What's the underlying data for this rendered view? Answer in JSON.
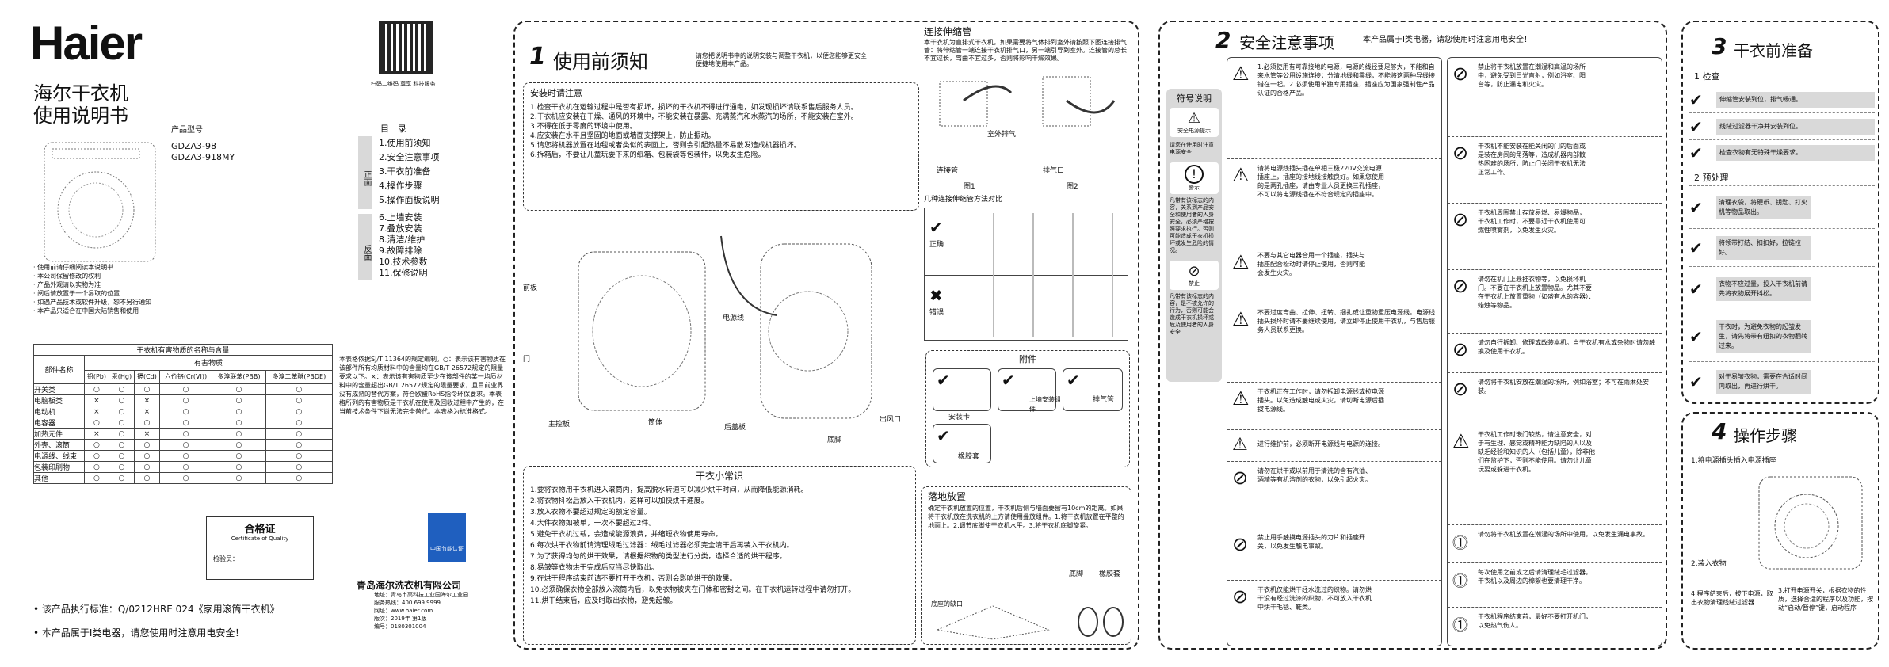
{
  "cover": {
    "brand": "Haier",
    "title1": "海尔干衣机",
    "title2": "使用说明书",
    "model_label": "产品型号",
    "models": [
      "GDZA3-98",
      "GDZA3-918MY"
    ],
    "toc_title": "目　录",
    "toc_front_tab": "正面",
    "toc_back_tab": "反面",
    "toc_front": [
      "1.使用前须知",
      "2.安全注意事项",
      "3.干衣前准备",
      "4.操作步骤",
      "5.操作面板说明"
    ],
    "toc_back": [
      "6.上墙安装",
      "7.叠放安装",
      "8.清洁/维护",
      "9.故障排除",
      "10.技术参数",
      "11.保修说明"
    ],
    "qr_caption": "扫码二维码 尊享 科技服务",
    "notes": [
      "· 使用前请仔细阅读本说明书",
      "· 本公司保留修改的权利",
      "· 产品外观请以实物为准",
      "· 阅后请放置于一个易取的位置",
      "· 如遇产品技术或软件升级，恕不另行通知",
      "· 本产品只适合在中国大陆销售和使用"
    ],
    "hazard_title": "干衣机有害物质的名称与含量",
    "hazard_part_col": "部件名称",
    "hazard_sub_title": "有害物质",
    "hazard_cols": [
      "铅(Pb)",
      "汞(Hg)",
      "镉(Cd)",
      "六价铬(Cr(VI))",
      "多溴联苯(PBB)",
      "多溴二苯醚(PBDE)"
    ],
    "hazard_rows": [
      {
        "part": "开关类",
        "v": [
          "○",
          "○",
          "○",
          "○",
          "○",
          "○"
        ]
      },
      {
        "part": "电脑板类",
        "v": [
          "×",
          "○",
          "×",
          "○",
          "○",
          "○"
        ]
      },
      {
        "part": "电动机",
        "v": [
          "×",
          "○",
          "×",
          "○",
          "○",
          "○"
        ]
      },
      {
        "part": "电容器",
        "v": [
          "○",
          "○",
          "○",
          "○",
          "○",
          "○"
        ]
      },
      {
        "part": "加热元件",
        "v": [
          "×",
          "○",
          "×",
          "○",
          "○",
          "○"
        ]
      },
      {
        "part": "外壳、滚筒",
        "v": [
          "○",
          "○",
          "○",
          "○",
          "○",
          "○"
        ]
      },
      {
        "part": "电源线、线束",
        "v": [
          "○",
          "○",
          "○",
          "○",
          "○",
          "○"
        ]
      },
      {
        "part": "包装印刷物",
        "v": [
          "○",
          "○",
          "○",
          "○",
          "○",
          "○"
        ]
      },
      {
        "part": "其他",
        "v": [
          "○",
          "○",
          "○",
          "○",
          "○",
          "○"
        ]
      }
    ],
    "hazard_note": "本表格依据SJ/T 11364的规定编制。○：表示该有害物质在该部件所有均质材料中的含量均在GB/T 26572规定的限量要求以下。×：表示该有害物质至少在该部件的某一均质材料中的含量超出GB/T 26572规定的限量要求，且目前业界没有成熟的替代方案，符合欧盟RoHS指令环保要求。本表格所列的有害物质是干衣机在使用及回收过程中产生的，在当前技术条件下尚无法完全替代。本表格为标准格式。",
    "qc_title": "合格证",
    "qc_sub": "Certificate of Quality",
    "qc_inspector": "检验员：",
    "blue_badge": "中国节能认证",
    "company": "青岛海尔洗衣机有限公司",
    "company_info": [
      "地址：青岛市高科技工业园海尔工业园",
      "服务热线：400 699 9999",
      "网址：www.haier.com",
      "版次：2019年 第1版",
      "编号：0180301004"
    ],
    "standard": "• 该产品执行标准：Q/0212HRE 024《家用滚筒干衣机》",
    "class_notice": "• 本产品属于Ⅰ类电器，请您使用时注意用电安全！"
  },
  "before": {
    "num": "1",
    "title": "使用前须知",
    "intro": "请您把说明书中的说明安装与调整干衣机，以便您能够更安全便捷地使用本产品。",
    "install_title": "安装时请注意",
    "install_items": [
      "1.检查干衣机在运输过程中是否有损坏，损坏的干衣机不得进行通电，如发现损坏请联系售后服务人员。",
      "2.干衣机应安装在干燥、通风的环境中，不能安装在暴露、充满蒸汽和水蒸汽的场所，不能安装在室外。",
      "3.不得在低于零度的环境中使用。",
      "4.应安装在水平且坚固的地面或墙面支撑架上，防止振动。",
      "5.请您将机器放置在地毯或者类似的表面上，否则会引起热量不易散发造成机器损坏。",
      "6.拆箱后，不要让儿童玩耍下来的纸箱、包装袋等包装件，以免发生危险。"
    ],
    "pipe_title": "连接伸缩管",
    "pipe_text": "本干衣机为直排式干衣机，如果需要将气体排到室外请按照下图连接排气管：将伸缩管一端连接干衣机排气口，另一端引导到室外。连接管的总长不宜过长，弯曲不宜过多，否则将影响干燥效果。",
    "pipe_labels": [
      "室外排气",
      "连接管",
      "排气口"
    ],
    "fig1": "图1",
    "fig2": "图2",
    "pipe_cmp_title": "几种连接伸缩管方法对比",
    "correct": "正确",
    "wrong": "错误",
    "parts_labels": [
      "前板",
      "门",
      "电源线",
      "主控板",
      "筒体",
      "后盖板",
      "底脚",
      "出风口"
    ],
    "acc_title": "附件",
    "accessories": [
      "安装卡",
      "上墙安装组件",
      "排气管",
      "橡胶套"
    ],
    "tips_title": "干衣小常识",
    "tips": [
      "1.要将衣物用干衣机进入滚筒内，提高脱水转速可以减少烘干时间，从而降低能源消耗。",
      "2.将衣物抖松后放入干衣机内，这样可以加快烘干速度。",
      "3.放入衣物不要超过规定的额定容量。",
      "4.大件衣物如被单，一次不要超过2件。",
      "5.避免干衣机过载，会造成能源浪费，并缩短衣物使用寿命。",
      "6.每次烘干衣物前请清理绒毛过滤器：绒毛过滤器必须完全清干后再装入干衣机内。",
      "7.为了获得均匀的烘干效果，请根据织物的类型进行分类，选择合适的烘干程序。",
      "8.易皱等衣物烘干完成后应当尽快取出。",
      "9.在烘干程序结束前请不要打开干衣机，否则会影响烘干的效果。",
      "10.必须确保衣物全部放入滚筒内后，以免衣物被夹在门体和密封之间。在干衣机运转过程中请勿打开。",
      "11.烘干结束后，应及时取出衣物，避免起皱。"
    ],
    "place_title": "落地放置",
    "place_text": "确定干衣机放置的位置，干衣机后侧与墙面要留有10cm的距离。如果将干衣机放在洗衣机的上方请使用叠放组件。1.将干衣机放置在平整的地面上。2.调节底脚使干衣机水平。3.将干衣机底脚旋紧。",
    "place_labels": [
      "底脚",
      "橡胶套",
      "底座的缺口"
    ]
  },
  "safety": {
    "num": "2",
    "title": "安全注意事项",
    "subtitle": "本产品属于Ⅰ类电器，请您使用时注意用电安全！",
    "legend_title": "符号说明",
    "legend": [
      {
        "label": "安全电源提示",
        "desc": "请您在使用时注意电源安全"
      },
      {
        "label": "警示",
        "desc": "凡带有该标志的内容，关系到产品安全和使用者的人身安全，必须严格按照要求执行。否则可能造成干衣机损坏或发生危险的情况。"
      },
      {
        "label": "禁止",
        "desc": "凡带有该标志的内容，是不被允许的行为，否则可能会造成干衣机损坏或危及使用者的人身安全"
      }
    ],
    "left": [
      "1.必须使用有可靠接地的电源，电源的线径要足够大，不能和自来水管等公用设施连接；分清地线和零线，不能将这两种导线接错在一起。2.必须使用单独专用插座，插座应为国家强制性产品认证的合格产品。",
      "请将电源线插头插在单相三极220V交流电源插座上，插座的接地线接触良好。如果您使用的是两孔插座，请由专业人员更换三孔插座，不可以将电源线插在不符合规定的插座中。",
      "不要与其它电器合用一个插座，插头与插座配合松动时请停止使用，否则可能会发生火灾。",
      "不要过度弯曲、拉伸、扭转、捆扎或让重物重压电源线。电源线插头损坏时请不要继续使用，请立即停止使用干衣机，与售后服务人员联系更换。",
      "干衣机正在工作时，请勿拆卸电源线或拉电源插头。以免造成触电或火灾，请切断电源后插拔电源线。",
      "进行维护前，必须断开电源线与电源的连接。",
      "请勿在烘干或以前用于清洗的含有汽油、酒精等有机溶剂的衣物，以免引起火灾。",
      "禁止用手触摸电源插头的刀片和插座开关，以免发生触电事故。",
      "干衣机仅能烘干经水洗过的织物。请勿烘干没有经过洗涤的织物，不可放入干衣机中烘干毛毯、鞋类。"
    ],
    "right": [
      "禁止将干衣机放置在潮湿和高温的场所中，避免受到日光直射，例如浴室、阳台等，防止漏电和火灾。",
      "干衣机不能安装在能关闭的门的后面或是装在房间的角落等，造成机器内部散热困难的场所，防止门关闭干衣机无法正常工作。",
      "干衣机周围禁止存放易燃、易爆物品，干衣机工作时，不要靠近干衣机使用可燃性喷雾剂，以免发生火灾。",
      "请勿在机门上悬挂衣物等，以免损坏机门。不要在干衣机上放置物品。尤其不要在干衣机上放置重物（如盛有水的容器）、蜡烛等物品。",
      "请勿自行拆卸、修理或改装本机。当干衣机有水或杂物时请勿触摸及使用干衣机。",
      "请勿将干衣机安放在潮湿的场所，例如浴室；不可在雨淋处安装。",
      "干衣机工作时嵌门较热，请注意安全，对于有生理、感觉或精神能力缺陷的人以及缺乏经验和知识的人（包括儿童），除非他们在监护下，否则不能使用。请勿让儿童玩耍或躲进干衣机。",
      "请勿将干衣机放置在潮湿的场所中使用，以免发生漏电事故。",
      "每次使用之前或之后请清理绒毛过滤器，干衣机以及周边的棉絮也要清理干净。",
      "干衣机程序结束前，最好不要打开机门，以免热气伤人。"
    ]
  },
  "prep": {
    "num": "3",
    "title": "干衣前准备",
    "sec1": "1 检查",
    "checks": [
      "伸缩管安装到位，排气畅通。",
      "线绒过滤器干净并安装到位。",
      "检查衣物有无特殊干燥要求。"
    ],
    "sec2": "2 预处理",
    "pre": [
      "清理衣袋，将硬币、钥匙、打火机等物品取出。",
      "将领带打结、扣扣好，拉链拉好。",
      "衣物不应过量，投入干衣机前请先将衣物展开抖松。",
      "干衣时，为避免衣物的起皱发生，请先将带有纽扣的衣物翻转过来。",
      "对于易皱衣物，需要在合适时间内取出，再进行烘干。"
    ]
  },
  "ops": {
    "num": "4",
    "title": "操作步骤",
    "steps": [
      "1.将电源插头插入电源插座",
      "2.装入衣物",
      "3.打开电源开关，根据衣物的性质，选择合适的程序以及功能，按动“启动/暂停”键，启动程序",
      "4.程序结束后，拔下电源，取出衣物清理线绒过滤器"
    ]
  },
  "colors": {
    "accent": "#1a5fb4",
    "badge_blue": "#1f5fbf",
    "gray": "#d9d9d9"
  }
}
